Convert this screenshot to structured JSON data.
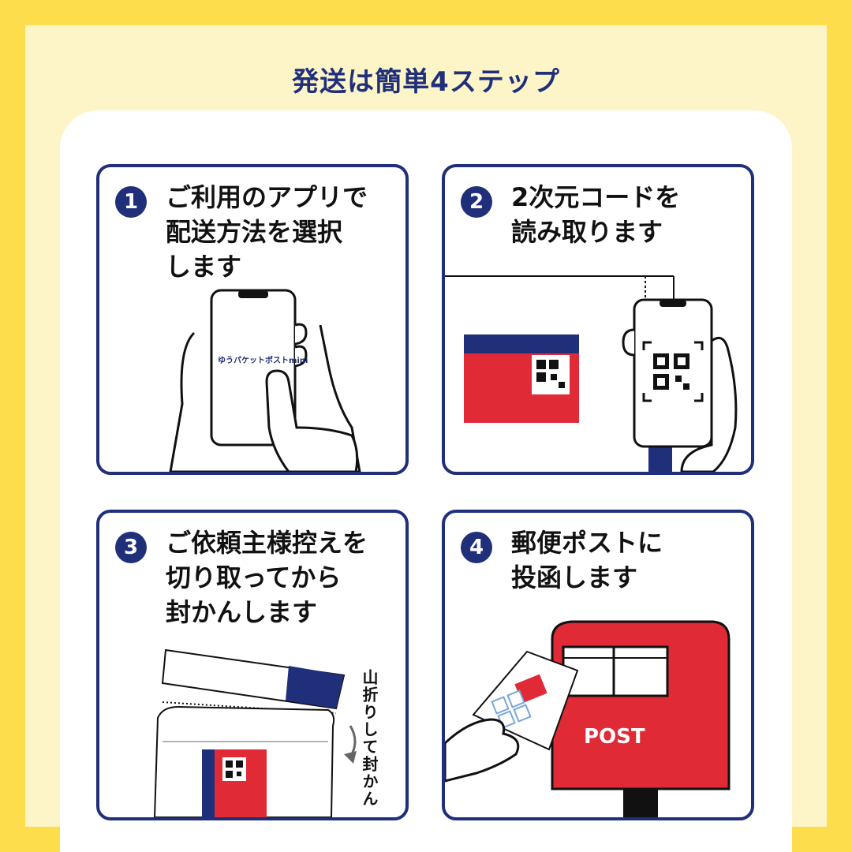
{
  "title": "発送は簡単4ステップ",
  "steps": [
    {
      "number": "1",
      "lines": [
        "ご利用のアプリで",
        "配送方法を選択",
        "します"
      ],
      "app_label": "ゆうパケットポストmini"
    },
    {
      "number": "2",
      "lines": [
        "2次元コードを",
        "読み取ります"
      ]
    },
    {
      "number": "3",
      "lines": [
        "ご依頼主様控えを",
        "切り取ってから",
        "封かんします"
      ],
      "fold_note": "山折りして封かん"
    },
    {
      "number": "4",
      "lines": [
        "郵便ポストに",
        "投函します"
      ],
      "post_label": "POST"
    }
  ],
  "colors": {
    "navy": "#1f2f7a",
    "red": "#e02a36",
    "yellow": "#fddd4b",
    "cream": "#fdf5c8"
  }
}
